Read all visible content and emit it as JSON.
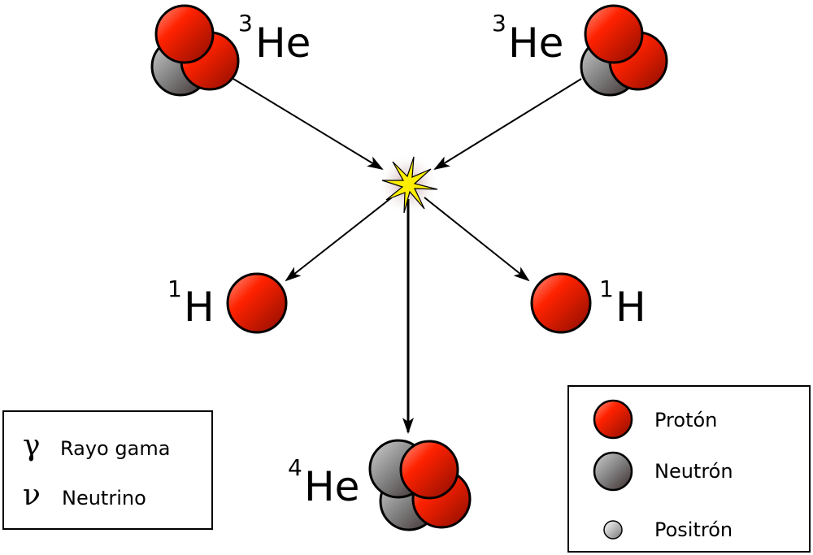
{
  "nuclei": {
    "he3_left": {
      "mass": "3",
      "symbol": "He"
    },
    "he3_right": {
      "mass": "3",
      "symbol": "He"
    },
    "h1_left": {
      "mass": "1",
      "symbol": "H"
    },
    "h1_right": {
      "mass": "1",
      "symbol": "H"
    },
    "he4": {
      "mass": "4",
      "symbol": "He"
    }
  },
  "legend_left": [
    {
      "symbol": "γ",
      "label": "Rayo gama"
    },
    {
      "symbol": "ν",
      "label": "Neutrino"
    }
  ],
  "legend_right": [
    {
      "icon": "proton-icon",
      "label": "Protón"
    },
    {
      "icon": "neutron-icon",
      "label": "Neutrón"
    },
    {
      "icon": "positron-icon",
      "label": "Positrón"
    }
  ],
  "colors": {
    "proton": "#ff2200",
    "neutron": "#808080",
    "flash": "#ffee00"
  }
}
